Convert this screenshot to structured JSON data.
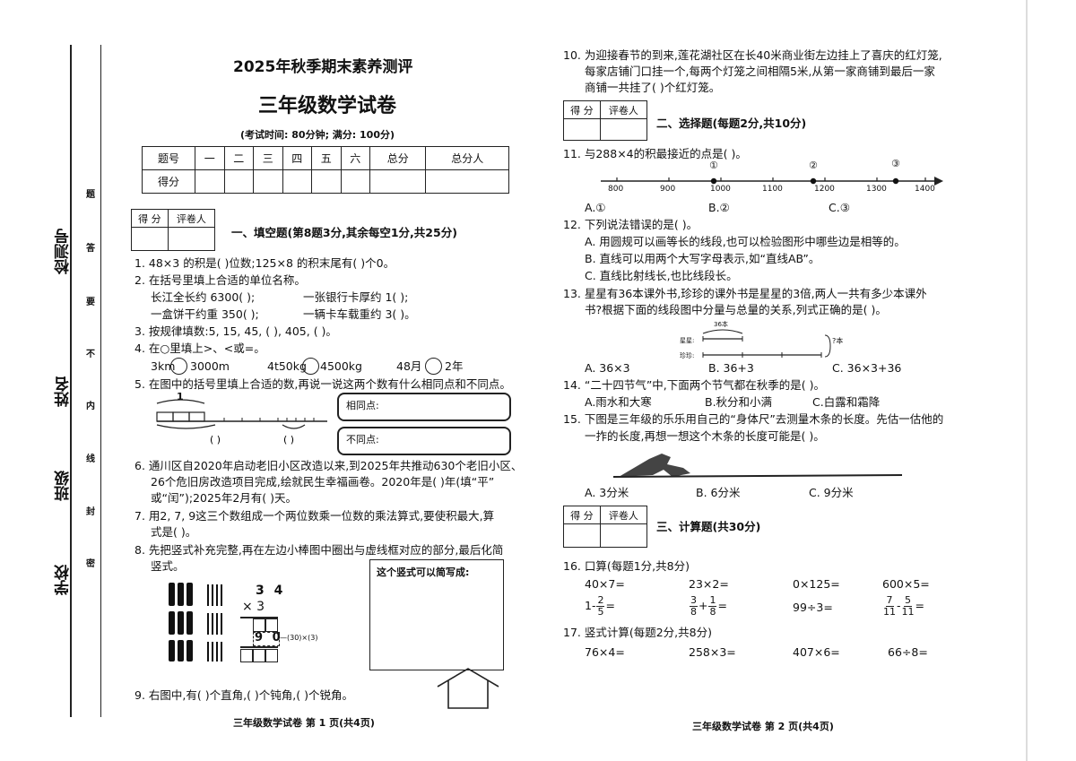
{
  "binding": {
    "labels": [
      "检测号",
      "姓名",
      "班级",
      "学校"
    ],
    "seal_chars": [
      "题",
      "答",
      "要",
      "不",
      "内",
      "线",
      "封",
      "密"
    ]
  },
  "page1": {
    "title": "2025年秋季期末素养测评",
    "subtitle": "三年级数学试卷",
    "exam_info": "(考试时间: 80分钟; 满分: 100分)",
    "score_table": {
      "headers": [
        "题号",
        "一",
        "二",
        "三",
        "四",
        "五",
        "六",
        "总分",
        "总分人"
      ],
      "row_label": "得分"
    },
    "grader": {
      "score": "得 分",
      "grader": "评卷人"
    },
    "section1_title": "一、填空题(第8题3分,其余每空1分,共25分)",
    "q1": "1. 48×3 的积是(      )位数;125×8 的积末尾有(      )个0。",
    "q2": "2. 在括号里填上合适的单位名称。",
    "q2a": "长江全长约 6300(      );",
    "q2b": "一张银行卡厚约 1(      );",
    "q2c": "一盒饼干约重 350(      );",
    "q2d": "一辆卡车载重约 3(      )。",
    "q3": "3. 按规律填数:5, 15, 45, (        ), 405, (        )。",
    "q4": "4. 在○里填上>、<或=。",
    "q4a_left": "3km",
    "q4a_right": "3000m",
    "q4b_left": "4t50kg",
    "q4b_right": "4500kg",
    "q4c_left": "48月",
    "q4c_right": "2年",
    "q5": "5. 在图中的括号里填上合适的数,再说一说这两个数有什么相同点和不同点。",
    "q5_one": "1",
    "q5_same": "相同点:",
    "q5_diff": "不同点:",
    "q6_l1": "6. 通川区自2020年启动老旧小区改造以来,到2025年共推动630个老旧小区、",
    "q6_l2": "26个危旧房改造项目完成,绘就民生幸福画卷。2020年是(        )年(填“平”",
    "q6_l3": "或“闰”);2025年2月有(      )天。",
    "q7_l1": "7. 用2, 7, 9这三个数组成一个两位数乘一位数的乘法算式,要使积最大,算",
    "q7_l2": "式是(                    )。",
    "q8_l1": "8. 先把竖式补充完整,再在左边小棒图中圈出与虚线框对应的部分,最后化简",
    "q8_l2": "竖式。",
    "q8_top": "3 4",
    "q8_mul": "×  3",
    "q8_mid": "9 0",
    "q8_note": "—(30)×(3)",
    "q8_box_label": "这个竖式可以简写成:",
    "q9": "9. 右图中,有(      )个直角,(      )个钝角,(      )个锐角。",
    "footer": "三年级数学试卷  第 1 页(共4页)"
  },
  "page2": {
    "q10_l1": "10. 为迎接春节的到来,莲花湖社区在长40米商业街左边挂上了喜庆的红灯笼,",
    "q10_l2": "每家店铺门口挂一个,每两个灯笼之间相隔5米,从第一家商铺到最后一家",
    "q10_l3": "商铺一共挂了(        )个红灯笼。",
    "grader": {
      "score": "得 分",
      "grader": "评卷人"
    },
    "section2_title": "二、选择题(每题2分,共10分)",
    "q11": "11. 与288×4的积最接近的点是(      )。",
    "q11_ticks": [
      "800",
      "900",
      "1000",
      "1100",
      "1200",
      "1300",
      "1400"
    ],
    "q11_points": [
      "①",
      "②",
      "③"
    ],
    "q11_opts": [
      "A.①",
      "B.②",
      "C.③"
    ],
    "q12": "12. 下列说法错误的是(      )。",
    "q12_a": "A. 用圆规可以画等长的线段,也可以检验图形中哪些边是相等的。",
    "q12_b": "B. 直线可以用两个大写字母表示,如“直线AB”。",
    "q12_c": "C. 直线比射线长,也比线段长。",
    "q13_l1": "13. 星星有36本课外书,珍珍的课外书是星星的3倍,两人一共有多少本课外",
    "q13_l2": "书?根据下面的线段图中分量与总量的关系,列式正确的是(      )。",
    "q13_top": "36本",
    "q13_star": "星星:",
    "q13_zhen": "珍珍:",
    "q13_q": "?本",
    "q13_opts": [
      "A. 36×3",
      "B. 36+3",
      "C. 36×3+36"
    ],
    "q14": "14. “二十四节气”中,下面两个节气都在秋季的是(      )。",
    "q14_opts": [
      "A.雨水和大寒",
      "B.秋分和小满",
      "C.白露和霜降"
    ],
    "q15_l1": "15. 下图是三年级的乐乐用自己的“身体尺”去测量木条的长度。先估一估他的",
    "q15_l2": "一拃的长度,再想一想这个木条的长度可能是(      )。",
    "q15_opts": [
      "A. 3分米",
      "B. 6分米",
      "C. 9分米"
    ],
    "section3_title": "三、计算题(共30分)",
    "q16": "16. 口算(每题1分,共8分)",
    "q16_row1": [
      "40×7=",
      "23×2=",
      "0×125=",
      "600×5="
    ],
    "q16_r2_1a": "1-",
    "q16_r2_1n": "2",
    "q16_r2_1d": "5",
    "q16_r2_1e": "=",
    "q16_r2_2n1": "3",
    "q16_r2_2d1": "8",
    "q16_r2_2op": "+",
    "q16_r2_2n2": "1",
    "q16_r2_2d2": "8",
    "q16_r2_2e": "=",
    "q16_r2_3": "99÷3=",
    "q16_r2_4n1": "7",
    "q16_r2_4d1": "11",
    "q16_r2_4op": "-",
    "q16_r2_4n2": "5",
    "q16_r2_4d2": "11",
    "q16_r2_4e": "=",
    "q17": "17. 竖式计算(每题2分,共8分)",
    "q17_row": [
      "76×4=",
      "258×3=",
      "407×6=",
      "66÷8="
    ],
    "footer": "三年级数学试卷  第 2 页(共4页)"
  }
}
